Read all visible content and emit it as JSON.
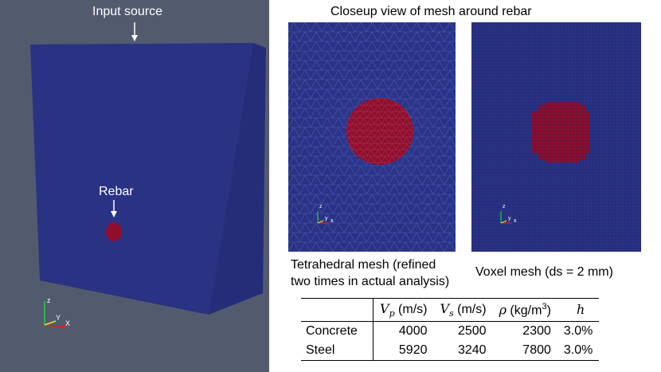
{
  "left_panel": {
    "input_source_label": "Input source",
    "rebar_label": "Rebar",
    "axes": {
      "z": "z",
      "y": "Y",
      "x": "X"
    }
  },
  "closeup": {
    "title": "Closeup view of mesh around rebar",
    "tetra_caption_line1": "Tetrahedral mesh (refined",
    "tetra_caption_line2": "two times in actual analysis)",
    "voxel_caption": "Voxel mesh (ds = 2 mm)",
    "axes": {
      "z": "z",
      "y": "y",
      "x": "x"
    }
  },
  "colors": {
    "panel_bg": "#525a6e",
    "concrete_blue": "#2a3284",
    "rebar_red": "#8e0e2c",
    "mesh_line": "#3a4aa8"
  },
  "table": {
    "headers": {
      "vp_sym": "V",
      "vp_sub": "p",
      "vp_unit": " (m/s)",
      "vs_sym": "V",
      "vs_sub": "s",
      "vs_unit": " (m/s)",
      "rho_sym": "ρ",
      "rho_unit": " (kg/m",
      "rho_exp": "3",
      "rho_close": ")",
      "h_sym": "h"
    },
    "rows": [
      {
        "material": "Concrete",
        "vp": "4000",
        "vs": "2500",
        "rho": "2300",
        "h": "3.0%"
      },
      {
        "material": "Steel",
        "vp": "5920",
        "vs": "3240",
        "rho": "7800",
        "h": "3.0%"
      }
    ]
  }
}
